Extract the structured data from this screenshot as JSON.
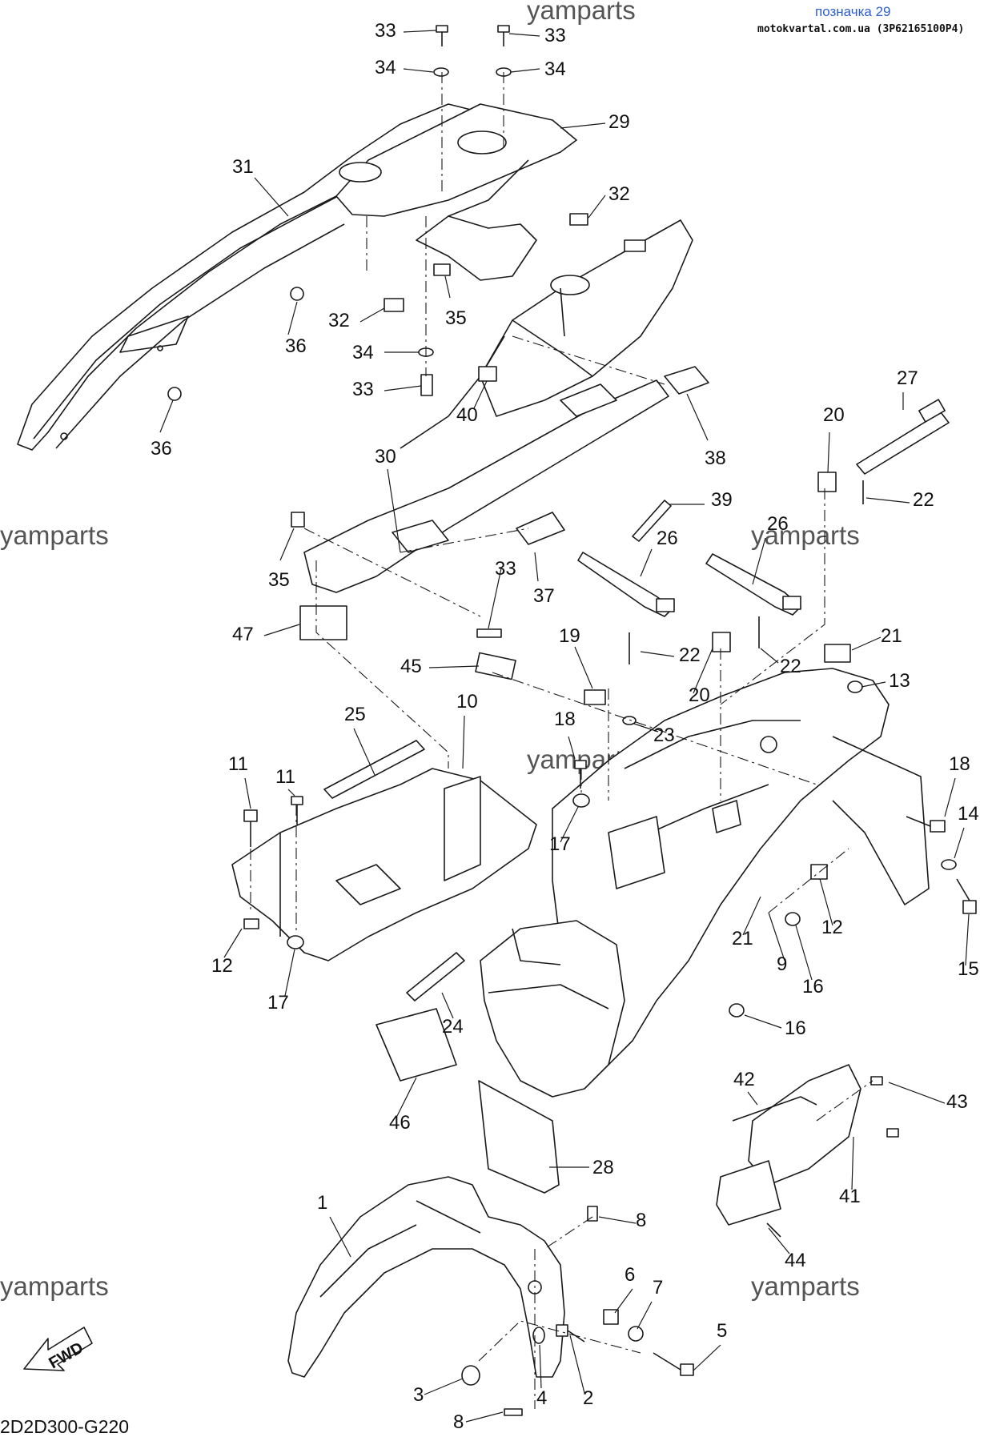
{
  "header": {
    "title": "позначка 29",
    "source": "motokvartal.com.ua (3P62165100P4)"
  },
  "watermark": "yamparts",
  "diagram_code": "2D2D300-G220",
  "fwd_label": "FWD",
  "callouts": [
    "33",
    "33",
    "34",
    "34",
    "29",
    "31",
    "32",
    "32",
    "35",
    "36",
    "34",
    "33",
    "40",
    "36",
    "38",
    "27",
    "20",
    "22",
    "30",
    "39",
    "35",
    "37",
    "33",
    "26",
    "26",
    "47",
    "19",
    "22",
    "21",
    "45",
    "20",
    "22",
    "13",
    "23",
    "25",
    "10",
    "18",
    "11",
    "11",
    "18",
    "14",
    "17",
    "12",
    "12",
    "15",
    "21",
    "9",
    "16",
    "17",
    "24",
    "16",
    "46",
    "42",
    "43",
    "28",
    "41",
    "1",
    "8",
    "44",
    "6",
    "7",
    "5",
    "3",
    "4",
    "2",
    "8"
  ]
}
